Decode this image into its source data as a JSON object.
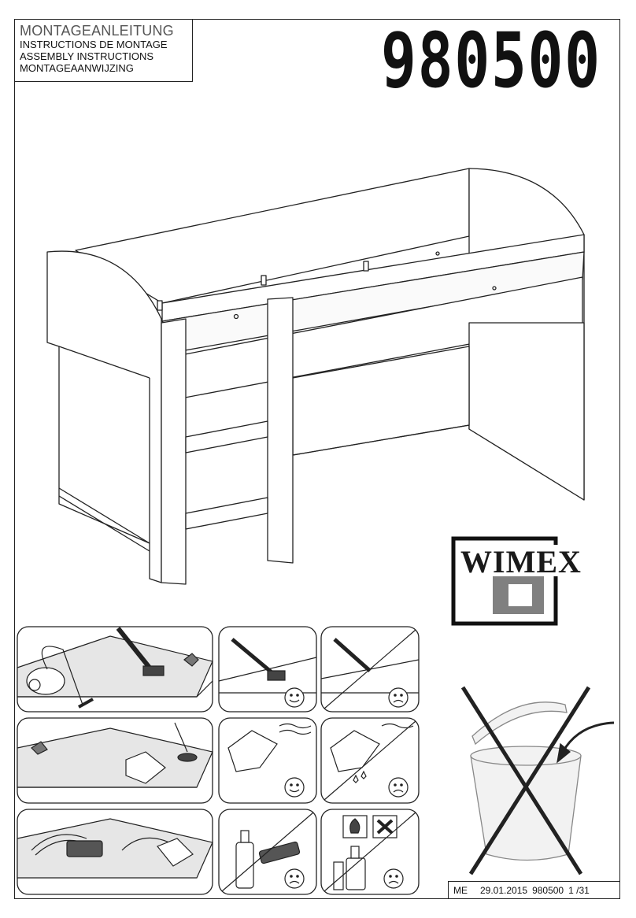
{
  "header": {
    "title_de": "MONTAGEANLEITUNG",
    "title_fr": "INSTRUCTIONS DE MONTAGE",
    "title_en": "ASSEMBLY INSTRUCTIONS",
    "title_nl": "MONTAGEAANWIJZING",
    "doc_number": "980500"
  },
  "logo": {
    "brand": "WIMEX",
    "color": "#808080"
  },
  "footer": {
    "code": "ME",
    "date": "29.01.2015",
    "article": "980500",
    "page": "1 /31"
  },
  "icons": {
    "product": "loft-bed-illustration",
    "care": [
      "vacuum-icon",
      "brush-ok-icon",
      "brush-wrong-icon",
      "cloth-wipe-icon",
      "damp-cloth-ok-icon",
      "wet-cloth-wrong-icon",
      "sponge-wipe-icon",
      "detergent-wrong-icon",
      "solvent-spray-wrong-icon"
    ],
    "disposal": "no-trash-bin-icon"
  }
}
